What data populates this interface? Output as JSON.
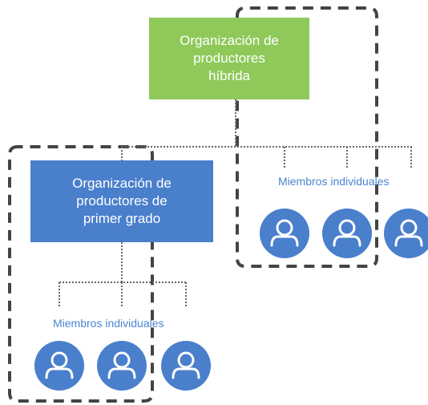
{
  "nodes": {
    "hybrid": {
      "label": "Organización de\nproductores\nhíbrida",
      "color": "#8ec95a"
    },
    "first_grade": {
      "label": "Organización de\nproductores de\nprimer grado",
      "color": "#4a7fcc"
    }
  },
  "groups": {
    "top_members": {
      "label": "Miembros individuales",
      "member_count": 3,
      "icon": "person-icon"
    },
    "bottom_members": {
      "label": "Miembros individuales",
      "member_count": 3,
      "icon": "person-icon"
    }
  },
  "colors": {
    "member_circle": "#4a7fcc",
    "label_blue": "#4a86d0",
    "dashed_border": "#444444",
    "dotted_connector": "#666666"
  }
}
